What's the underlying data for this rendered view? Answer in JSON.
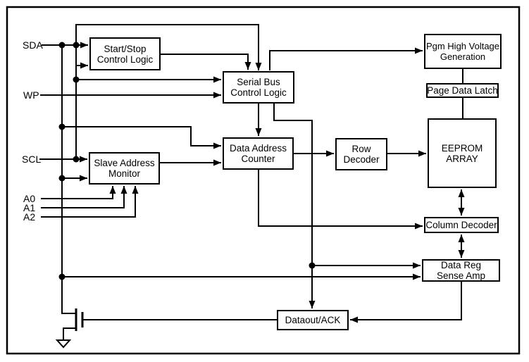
{
  "diagram": {
    "title_semantic": "Serial EEPROM functional block diagram",
    "background_color": "#ffffff",
    "line_color": "#000000",
    "pins": [
      {
        "id": "sda",
        "label": "SDA"
      },
      {
        "id": "wp",
        "label": "WP"
      },
      {
        "id": "scl",
        "label": "SCL"
      },
      {
        "id": "a0",
        "label": "A0"
      },
      {
        "id": "a1",
        "label": "A1"
      },
      {
        "id": "a2",
        "label": "A2"
      }
    ],
    "blocks": {
      "start_stop": {
        "lines": [
          "Start/Stop",
          "Control Logic"
        ]
      },
      "serial_bus": {
        "lines": [
          "Serial Bus",
          "Control Logic"
        ]
      },
      "slave_address": {
        "lines": [
          "Slave Address",
          "Monitor"
        ]
      },
      "data_address": {
        "lines": [
          "Data Address",
          "Counter"
        ]
      },
      "row_decoder": {
        "lines": [
          "Row",
          "Decoder"
        ]
      },
      "pgm_hv": {
        "lines": [
          "Pgm High Voltage",
          "Generation"
        ]
      },
      "page_latch": {
        "lines": [
          "Page Data Latch"
        ]
      },
      "eeprom": {
        "lines": [
          "EEPROM",
          "ARRAY"
        ]
      },
      "column_decoder": {
        "lines": [
          "Column Decoder"
        ]
      },
      "data_reg": {
        "lines": [
          "Data Reg",
          "Sense Amp"
        ]
      },
      "dataout": {
        "lines": [
          "Dataout/ACK"
        ]
      }
    }
  }
}
